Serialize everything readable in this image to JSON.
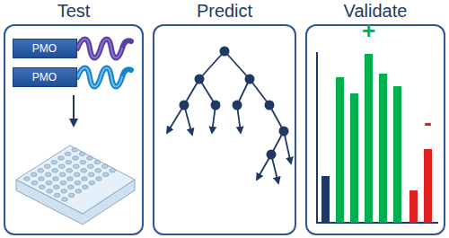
{
  "diagram": {
    "nodes": [
      {
        "text": [
          "Test"
        ]
      },
      {
        "text": [
          "PMO"
        ],
        "in": 0
      },
      {
        "text": [
          "PMO"
        ],
        "in": 0
      },
      {
        "text": [
          "Predict"
        ]
      },
      {
        "text": [
          "Validate"
        ]
      }
    ],
    "labels": [
      "+",
      "-"
    ]
  }
}
